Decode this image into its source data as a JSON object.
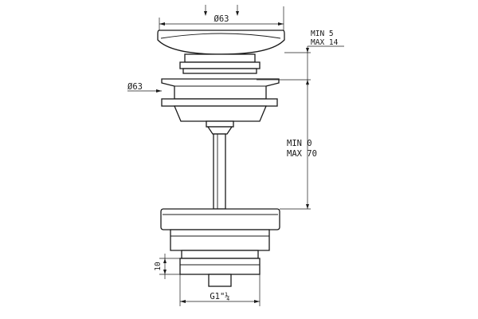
{
  "dimensions": {
    "cap_diameter": "Ø63",
    "flange_diameter": "Ø63",
    "gap_min": "MIN 5",
    "gap_max": "MAX 14",
    "stroke_min": "MIN 0",
    "stroke_max": "MAX 70",
    "thread_height": "10",
    "thread_size": "G1\"¼"
  },
  "colors": {
    "line": "#1a1a1a",
    "background": "#ffffff"
  }
}
